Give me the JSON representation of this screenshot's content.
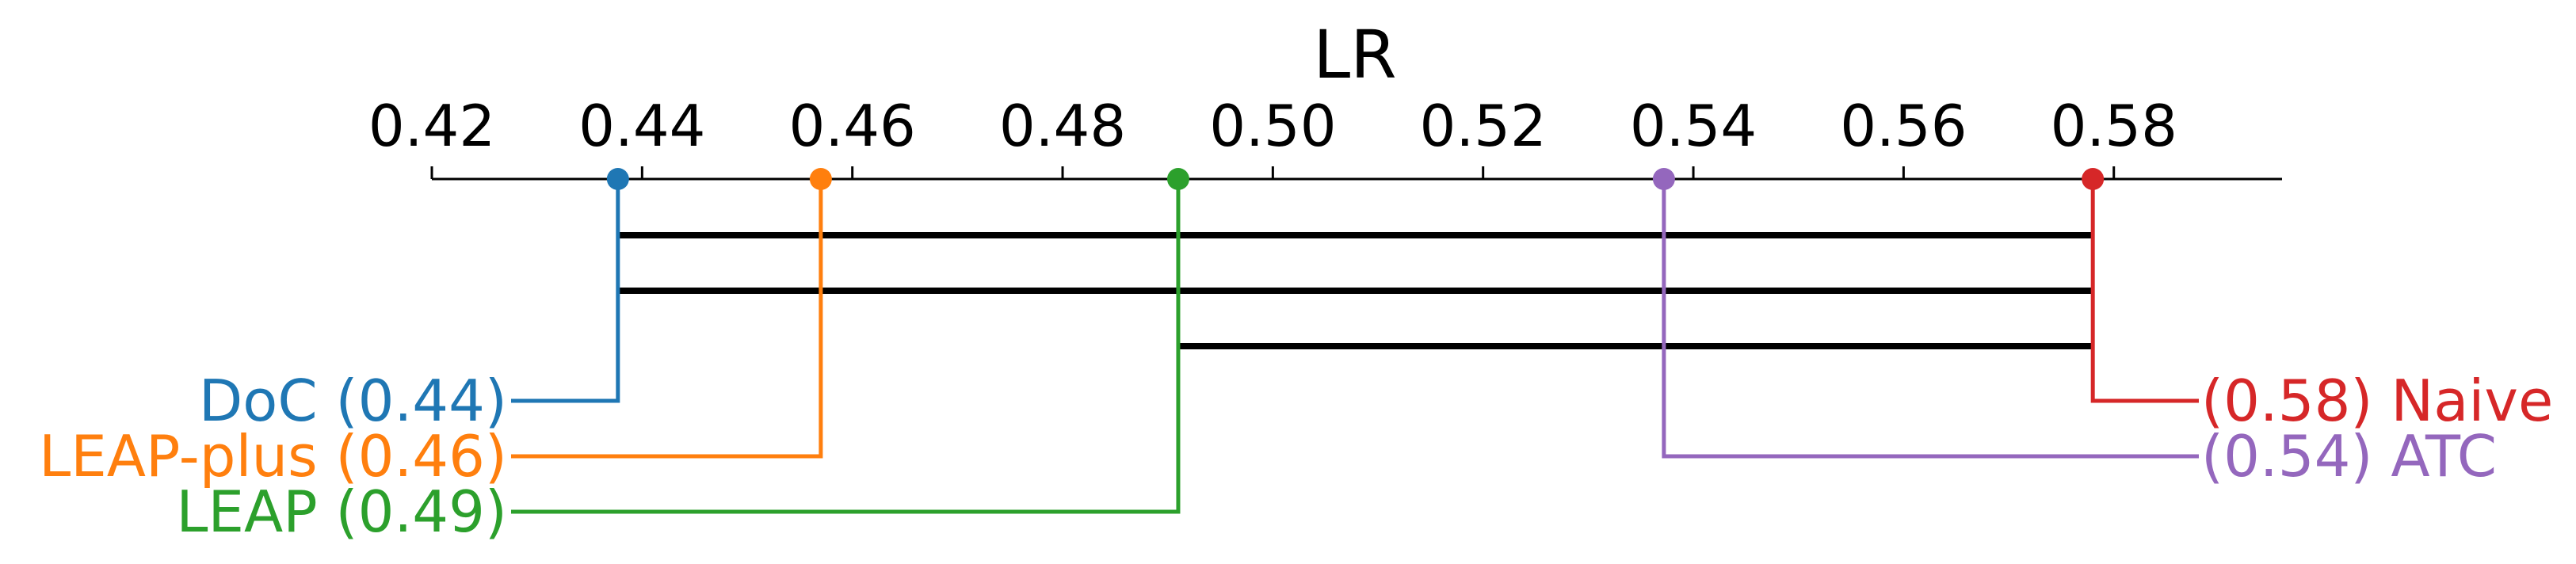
{
  "chart_data": {
    "type": "critical-difference-diagram",
    "title": "LR",
    "xlim": [
      0.42,
      0.596
    ],
    "ticks": [
      "0.42",
      "0.44",
      "0.46",
      "0.48",
      "0.50",
      "0.52",
      "0.54",
      "0.56",
      "0.58"
    ],
    "tick_values": [
      0.42,
      0.44,
      0.46,
      0.48,
      0.5,
      0.52,
      0.54,
      0.56,
      0.58
    ],
    "methods": [
      {
        "name": "DoC",
        "value": 0.4377,
        "display": "0.44",
        "side": "left",
        "color": "#1f77b4",
        "label": "DoC (0.44)"
      },
      {
        "name": "LEAP-plus",
        "value": 0.457,
        "display": "0.46",
        "side": "left",
        "color": "#ff7f0e",
        "label": "LEAP-plus (0.46)"
      },
      {
        "name": "LEAP",
        "value": 0.491,
        "display": "0.49",
        "side": "left",
        "color": "#2ca02c",
        "label": "LEAP (0.49)"
      },
      {
        "name": "Naive",
        "value": 0.578,
        "display": "0.58",
        "side": "right",
        "color": "#d62728",
        "label": "(0.58) Naive"
      },
      {
        "name": "ATC",
        "value": 0.5372,
        "display": "0.54",
        "side": "right",
        "color": "#9467bd",
        "label": "(0.54) ATC"
      }
    ],
    "cliques": [
      [
        0.4377,
        0.578
      ],
      [
        0.4377,
        0.578
      ],
      [
        0.491,
        0.578
      ]
    ]
  }
}
